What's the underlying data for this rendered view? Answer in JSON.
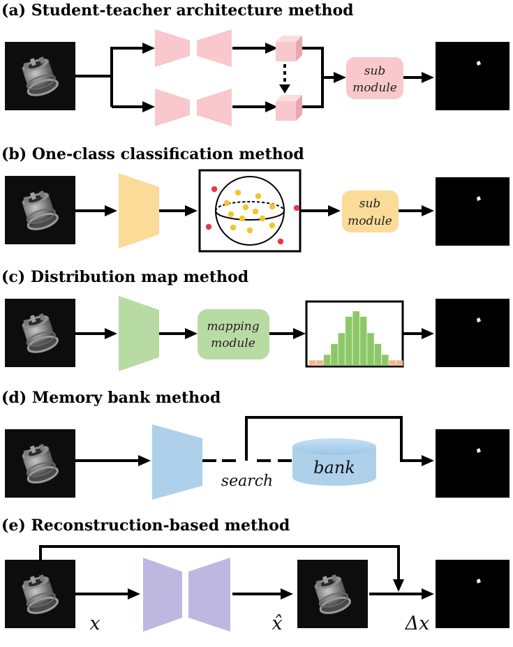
{
  "sections": [
    {
      "title": "(a) Student-teacher architecture method",
      "module": [
        "sub",
        "module"
      ]
    },
    {
      "title": "(b) One-class classification method",
      "module": [
        "sub",
        "module"
      ]
    },
    {
      "title": "(c) Distribution map method",
      "module": [
        "mapping",
        "module"
      ]
    },
    {
      "title": "(d) Memory bank method",
      "search_label": "search",
      "bank_label": "bank"
    },
    {
      "title": "(e) Reconstruction-based method",
      "input_label": "x",
      "recon_label": "x̂",
      "diff_label": "Δx"
    }
  ],
  "histogram": {
    "bars": [
      1,
      1,
      2,
      4,
      6,
      9,
      10,
      9,
      6,
      4,
      2,
      1,
      1
    ],
    "tail_color": "#f3b695",
    "center_color": "#8cc868"
  },
  "colors": {
    "student_teacher": "#f9c8cc",
    "one_class": "#fbdb98",
    "distribution": "#b8dba4",
    "memory": "#aed0ea",
    "reconstruction": "#beb7e0",
    "normal_point": "#f3c52b",
    "anomaly_point": "#e8394c"
  }
}
